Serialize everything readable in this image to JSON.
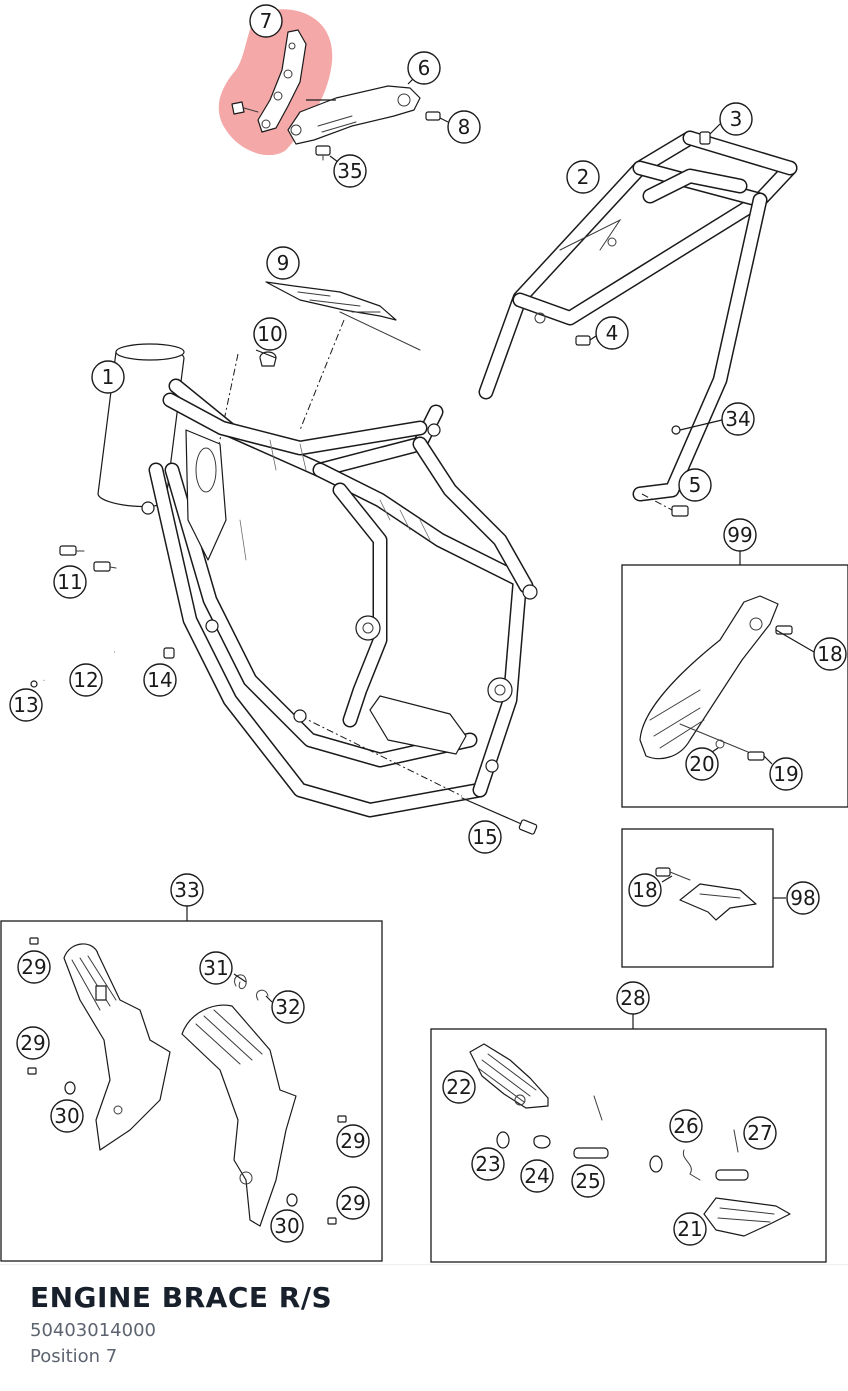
{
  "highlight_color": "#f28b8b",
  "selected_callout": "7",
  "callouts": {
    "c1": "1",
    "c2": "2",
    "c3": "3",
    "c4": "4",
    "c5": "5",
    "c6": "6",
    "c7": "7",
    "c8": "8",
    "c9": "9",
    "c10": "10",
    "c11": "11",
    "c12": "12",
    "c13": "13",
    "c14": "14",
    "c15": "15",
    "c18a": "18",
    "c18b": "18",
    "c19": "19",
    "c20": "20",
    "c21": "21",
    "c22": "22",
    "c23": "23",
    "c24": "24",
    "c25": "25",
    "c26": "26",
    "c27": "27",
    "c28": "28",
    "c29a": "29",
    "c29b": "29",
    "c29c": "29",
    "c29d": "29",
    "c30a": "30",
    "c30b": "30",
    "c31": "31",
    "c32": "32",
    "c33": "33",
    "c34": "34",
    "c35": "35",
    "c98": "98",
    "c99": "99"
  },
  "part": {
    "title": "ENGINE BRACE R/S",
    "number": "50403014000",
    "position": "Position 7"
  }
}
